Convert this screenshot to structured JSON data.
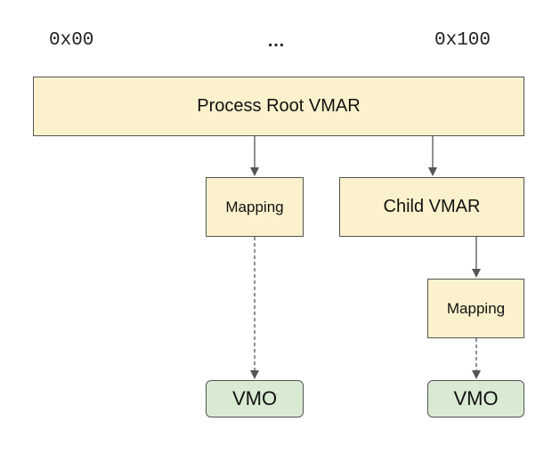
{
  "address_range": {
    "start": "0x00",
    "ellipsis": "…",
    "end": "0x100"
  },
  "nodes": {
    "root_vmar": "Process Root VMAR",
    "mapping_left": "Mapping",
    "child_vmar": "Child VMAR",
    "mapping_right": "Mapping",
    "vmo_left": "VMO",
    "vmo_right": "VMO"
  },
  "colors": {
    "vmar_fill": "#fbf1cc",
    "vmo_fill": "#d9ead3",
    "stroke": "#555555"
  },
  "edges": [
    {
      "from": "root_vmar",
      "to": "mapping_left",
      "style": "solid"
    },
    {
      "from": "root_vmar",
      "to": "child_vmar",
      "style": "solid"
    },
    {
      "from": "child_vmar",
      "to": "mapping_right",
      "style": "solid"
    },
    {
      "from": "mapping_left",
      "to": "vmo_left",
      "style": "dashed"
    },
    {
      "from": "mapping_right",
      "to": "vmo_right",
      "style": "dashed"
    }
  ]
}
